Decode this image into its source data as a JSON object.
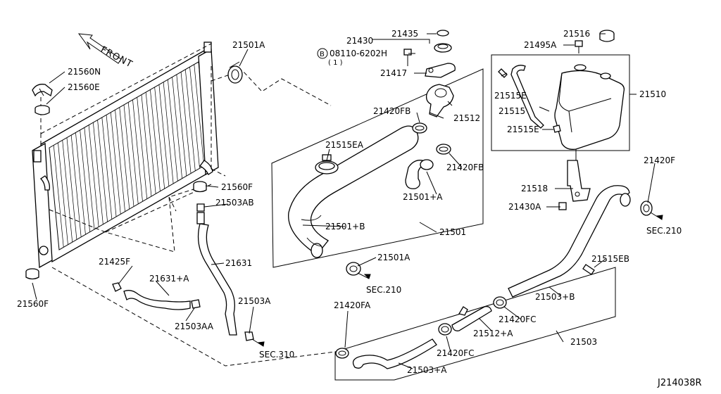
{
  "diagram": {
    "code": "J214038R",
    "front_label": "FRONT",
    "labels": {
      "l21560n": "21560N",
      "l21560e": "21560E",
      "l21501a_top": "21501A",
      "l21430": "21430",
      "l21435": "21435",
      "l08110": "08110-6202H",
      "l08110_qty": "( 1 )",
      "l08110_b": "B",
      "l21417": "21417",
      "l21516": "21516",
      "l21495a": "21495A",
      "l21510": "21510",
      "l21515e_a": "21515E",
      "l21515": "21515",
      "l21515e_b": "21515E",
      "l21512": "21512",
      "l21420fb_a": "21420FB",
      "l21420fb_b": "21420FB",
      "l21515ea": "21515EA",
      "l21501pa": "21501+A",
      "l21501pb": "21501+B",
      "l21501": "21501",
      "l21501a_bot": "21501A",
      "sec210_a": "SEC.210",
      "l21560f_r": "21560F",
      "l21503ab": "21503AB",
      "l21631": "21631",
      "l21425f": "21425F",
      "l21631pa": "21631+A",
      "l21503aa": "21503AA",
      "l21560f_l": "21560F",
      "l21503a": "21503A",
      "sec310": "SEC.310",
      "l21518": "21518",
      "l21430a": "21430A",
      "l21420f": "21420F",
      "sec210_b": "SEC.210",
      "l21515eb": "21515EB",
      "l21503pb": "21503+B",
      "l21420fc_a": "21420FC",
      "l21512pa": "21512+A",
      "l21503": "21503",
      "l21420fa": "21420FA",
      "l21420fc_b": "21420FC",
      "l21503pa": "21503+A"
    }
  }
}
